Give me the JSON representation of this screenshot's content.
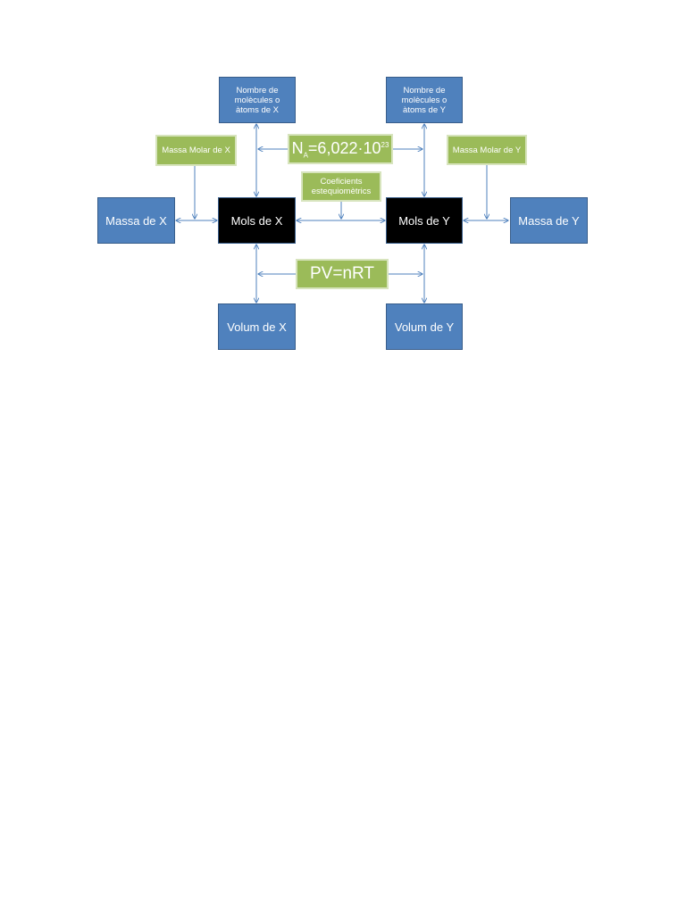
{
  "nodes": {
    "molecules_x": "Nombre de molècules o àtoms de X",
    "molecules_y": "Nombre de molècules o àtoms de Y",
    "molar_mass_x": "Massa Molar de X",
    "molar_mass_y": "Massa Molar de Y",
    "stoich": "Coeficients estequiomètrics",
    "mass_x": "Massa de X",
    "mols_x": "Mols de X",
    "mols_y": "Mols de Y",
    "mass_y": "Massa de Y",
    "volume_x": "Volum de X",
    "volume_y": "Volum de Y"
  },
  "equations": {
    "avogadro": {
      "base": "N",
      "sub": "A",
      "mid": "=6,022·10",
      "sup": "23"
    },
    "gas_law": "PV=nRT"
  },
  "colors": {
    "blue_box": "#4f81bd",
    "blue_border": "#385d8a",
    "black_box": "#000000",
    "green_box": "#9bbb59",
    "green_border": "#d7e4bd",
    "arrow": "#4f81bd"
  }
}
